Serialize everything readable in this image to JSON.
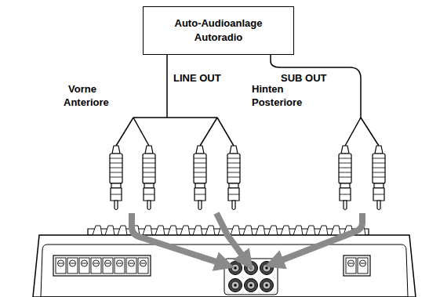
{
  "diagram": {
    "nodes": [
      {
        "text": [
          "Auto-Audioanlage",
          "Autoradio"
        ]
      }
    ],
    "labels": [
      "LINE OUT",
      "SUB OUT",
      "Vorne",
      "Anteriore",
      "Hinten",
      "Posteriore"
    ]
  }
}
